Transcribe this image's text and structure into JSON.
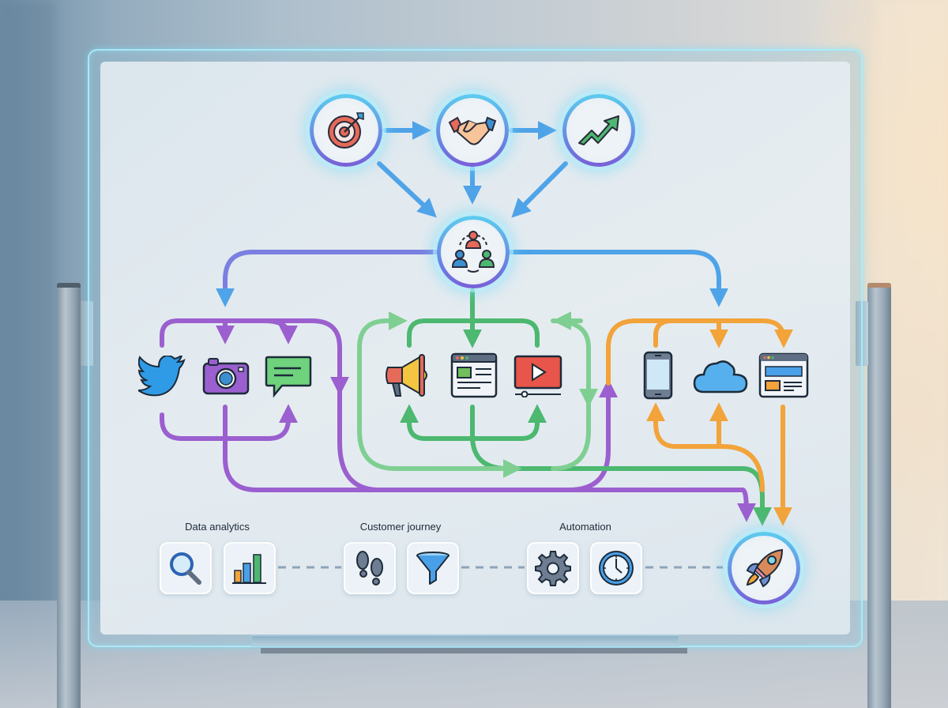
{
  "scene": {
    "type": "glass-whiteboard-flow-diagram",
    "colors": {
      "top_flow": "#4fa3e8",
      "social_flow": "#9b5fcf",
      "content_flow": "#4cb870",
      "digital_flow": "#f2a33a",
      "node_ring_top": "#5ccdef",
      "node_ring_bottom": "#7a5fd8",
      "dashed_connector": "#8ea3b8",
      "label_text": "#1e2a38"
    }
  },
  "top_nodes": [
    {
      "id": "goal",
      "icon": "target-icon"
    },
    {
      "id": "partnership",
      "icon": "handshake-icon"
    },
    {
      "id": "growth",
      "icon": "trend-up-icon"
    }
  ],
  "hub_node": {
    "id": "audience",
    "icon": "team-group-icon"
  },
  "channel_groups": [
    {
      "id": "social",
      "color": "#9b5fcf",
      "icons": [
        "twitter-bird-icon",
        "camera-icon",
        "chat-bubble-icon"
      ]
    },
    {
      "id": "content",
      "color": "#4cb870",
      "icons": [
        "megaphone-icon",
        "web-article-icon",
        "video-player-icon"
      ]
    },
    {
      "id": "digital",
      "color": "#f2a33a",
      "icons": [
        "smartphone-icon",
        "cloud-icon",
        "web-layout-icon"
      ]
    }
  ],
  "tool_groups": [
    {
      "label": "Data analytics",
      "icons": [
        "magnifier-icon",
        "bar-chart-icon"
      ]
    },
    {
      "label": "Customer journey",
      "icons": [
        "footprints-icon",
        "funnel-icon"
      ]
    },
    {
      "label": "Automation",
      "icons": [
        "gear-icon",
        "clock-icon"
      ]
    }
  ],
  "launch_node": {
    "id": "launch",
    "icon": "rocket-icon"
  }
}
